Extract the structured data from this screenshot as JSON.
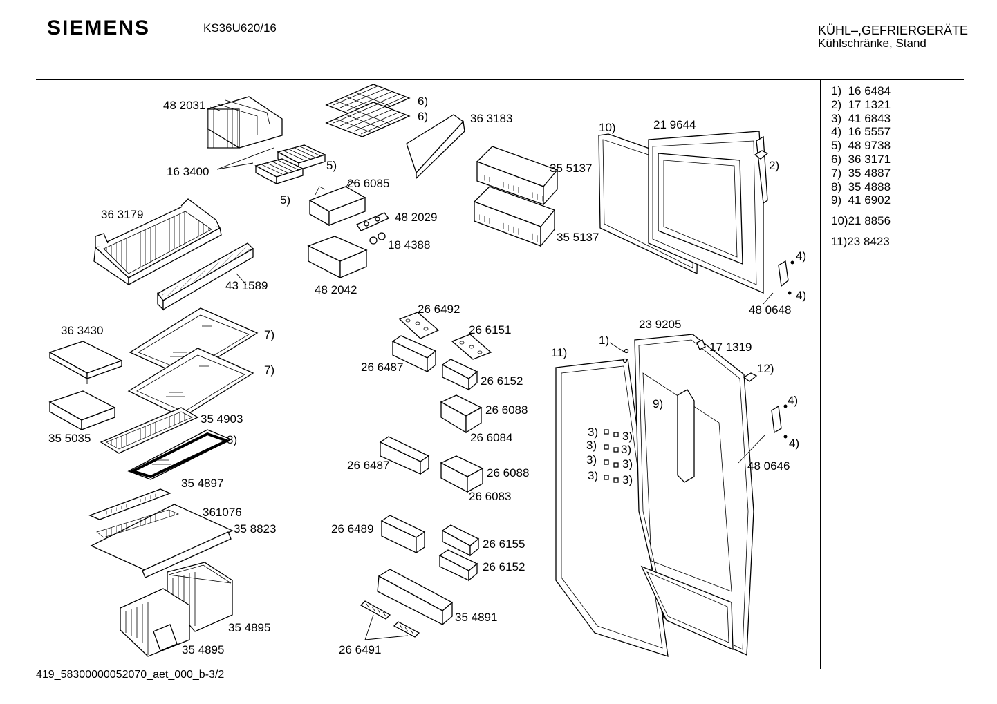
{
  "header": {
    "brand": "SIEMENS",
    "model": "KS36U620/16",
    "category_line1": "KÜHL–,GEFRIERGERÄTE",
    "category_line2": "Kühlschränke, Stand"
  },
  "legend": [
    {
      "ref": "1)",
      "part": "16 6484"
    },
    {
      "ref": "2)",
      "part": "17 1321"
    },
    {
      "ref": "3)",
      "part": "41 6843"
    },
    {
      "ref": "4)",
      "part": "16 5557"
    },
    {
      "ref": "5)",
      "part": "48 9738"
    },
    {
      "ref": "6)",
      "part": "36 3171"
    },
    {
      "ref": "7)",
      "part": "35 4887"
    },
    {
      "ref": "8)",
      "part": "35 4888"
    },
    {
      "ref": "9)",
      "part": "41 6902"
    },
    {
      "ref": "10)",
      "part": "21 8856"
    },
    {
      "ref": "11)",
      "part": "23 8423"
    }
  ],
  "parts": {
    "p482031": "48 2031",
    "p163400": "16 3400",
    "p363179": "36 3179",
    "p431589": "43 1589",
    "p363183": "36 3183",
    "p266085": "26 6085",
    "p482029": "48 2029",
    "p184388": "18 4388",
    "p482042": "48 2042",
    "p355137a": "35 5137",
    "p355137b": "35 5137",
    "p219644": "21 9644",
    "p480648": "48 0648",
    "p363430": "36 3430",
    "p355035": "35 5035",
    "p354903": "35 4903",
    "p354897": "35 4897",
    "p361076": "361076",
    "p358823": "35 8823",
    "p354895a": "35 4895",
    "p354895b": "35 4895",
    "p266492": "26 6492",
    "p266151": "26 6151",
    "p266487a": "26 6487",
    "p266152a": "26 6152",
    "p266088a": "26 6088",
    "p266084": "26 6084",
    "p266487b": "26 6487",
    "p266088b": "26 6088",
    "p266083": "26 6083",
    "p266489": "26 6489",
    "p266155": "26 6155",
    "p266152b": "26 6152",
    "p354891": "35 4891",
    "p266491": "26 6491",
    "p239205": "23 9205",
    "p171319": "17 1319",
    "p480646": "48 0646"
  },
  "refs": {
    "r6a": "6)",
    "r6b": "6)",
    "r5a": "5)",
    "r5b": "5)",
    "r10": "10)",
    "r2": "2)",
    "r4a": "4)",
    "r4b": "4)",
    "r4c": "4)",
    "r4d": "4)",
    "r7a": "7)",
    "r7b": "7)",
    "r8": "8)",
    "r1": "1)",
    "r11": "11)",
    "r12": "12)",
    "r9": "9)",
    "r3a": "3)",
    "r3b": "3)",
    "r3c": "3)",
    "r3d": "3)",
    "r3e": "3)",
    "r3f": "3)",
    "r3g": "3)",
    "r3h": "3)"
  },
  "footer": "419_58300000052070_aet_000_b-3/2"
}
